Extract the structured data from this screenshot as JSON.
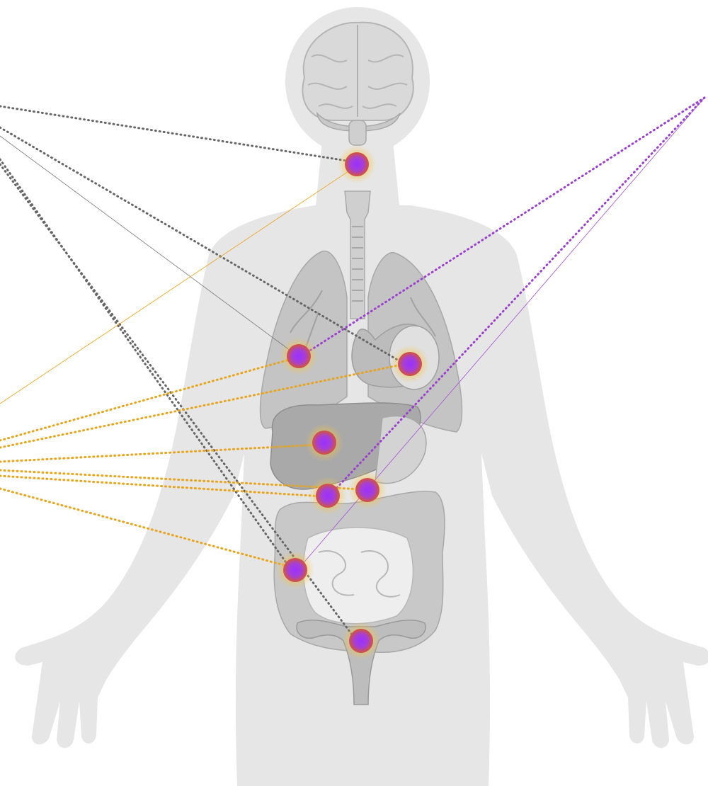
{
  "palette": {
    "background": "#ffffff",
    "body_silhouette": "#e6e6e6",
    "organ_gray": "#bdbdbd",
    "organ_dark": "#9e9e9e",
    "line_gray": "#666666",
    "line_orange": "#e8a317",
    "line_purple": "#9b3fcf",
    "marker_center": "#9b30ff",
    "marker_edge": "#d2553a",
    "marker_glow": "#f5c542"
  },
  "markers": [
    {
      "name": "thyroid-marker",
      "organ": "neck"
    },
    {
      "name": "lung-marker",
      "organ": "left-lung"
    },
    {
      "name": "heart-marker",
      "organ": "heart"
    },
    {
      "name": "liver-marker",
      "organ": "liver"
    },
    {
      "name": "gallbladder-marker",
      "organ": "gallbladder"
    },
    {
      "name": "pancreas-marker",
      "organ": "pancreas"
    },
    {
      "name": "colon-marker",
      "organ": "ascending-colon"
    },
    {
      "name": "uterus-marker",
      "organ": "uterus"
    }
  ],
  "connectors": [
    {
      "name": "gray-connector-1",
      "style": "dotted",
      "color": "gray"
    },
    {
      "name": "gray-connector-2",
      "style": "dotted",
      "color": "gray"
    },
    {
      "name": "gray-connector-3",
      "style": "thin",
      "color": "gray"
    },
    {
      "name": "gray-connector-4",
      "style": "dotted",
      "color": "gray"
    },
    {
      "name": "gray-connector-5",
      "style": "dotted",
      "color": "gray"
    },
    {
      "name": "orange-connector-1",
      "style": "thin",
      "color": "orange"
    },
    {
      "name": "orange-connector-2",
      "style": "dotted",
      "color": "orange"
    },
    {
      "name": "orange-connector-3",
      "style": "dotted",
      "color": "orange"
    },
    {
      "name": "orange-connector-4",
      "style": "dotted",
      "color": "orange"
    },
    {
      "name": "orange-connector-5",
      "style": "dotted",
      "color": "orange"
    },
    {
      "name": "orange-connector-6",
      "style": "dotted",
      "color": "orange"
    },
    {
      "name": "orange-connector-7",
      "style": "dotted",
      "color": "orange"
    },
    {
      "name": "purple-connector-1",
      "style": "dotted",
      "color": "purple"
    },
    {
      "name": "purple-connector-2",
      "style": "dotted",
      "color": "purple"
    },
    {
      "name": "purple-connector-3",
      "style": "thin",
      "color": "purple"
    }
  ]
}
